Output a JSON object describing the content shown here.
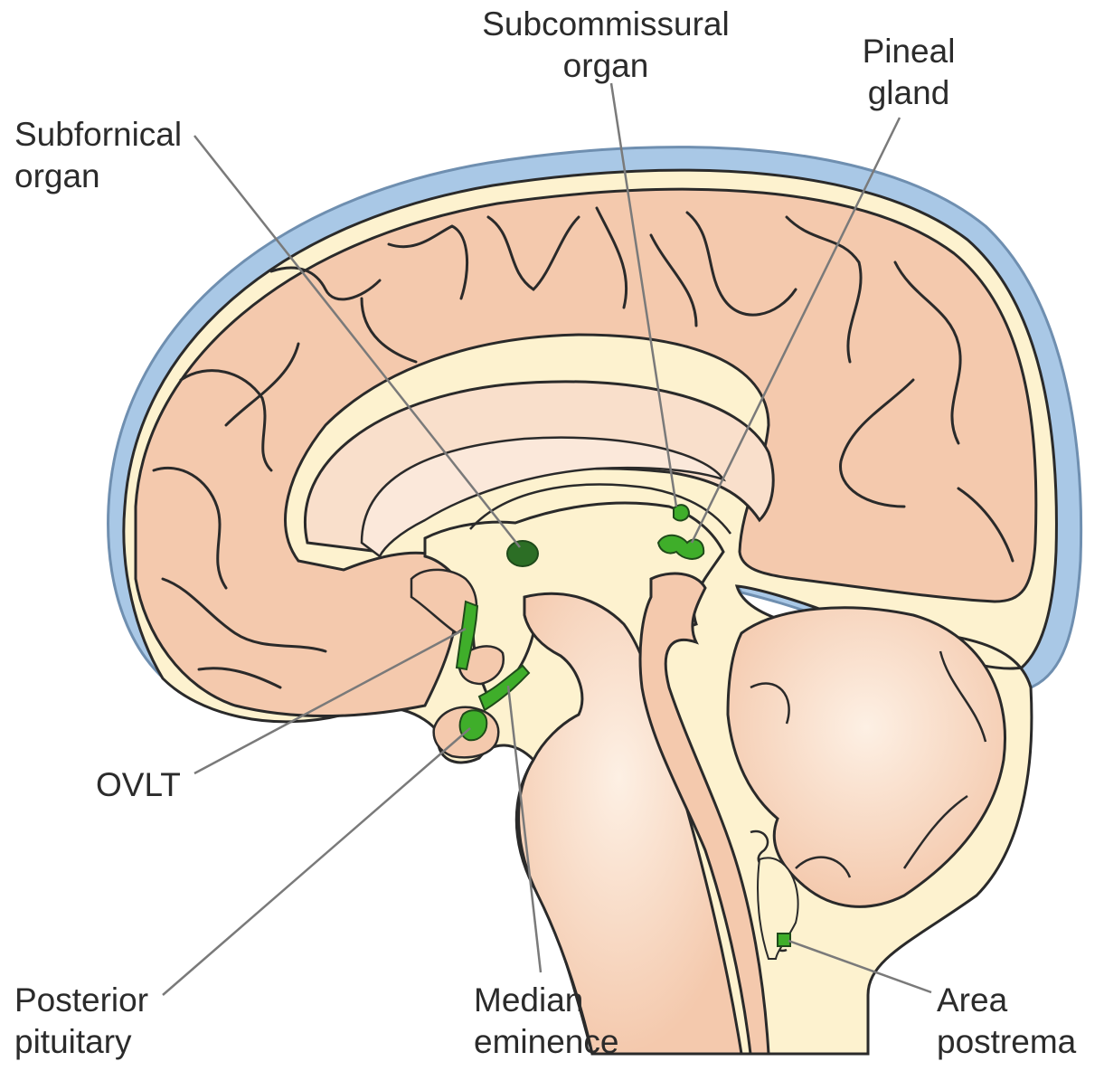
{
  "labels": {
    "subcommissural_organ": "Subcommissural\norgan",
    "pineal_gland": "Pineal\ngland",
    "subfornical_organ": "Subfornical\norgan",
    "ovlt": "OVLT",
    "posterior_pituitary": "Posterior\npituitary",
    "median_eminence": "Median\neminence",
    "area_postrema": "Area\npostrema"
  },
  "colors": {
    "meninges": "#a9c8e6",
    "meninges_edge": "#6f8fb0",
    "csf": "#fdf2cf",
    "brain_tissue": "#f4c9ad",
    "inner_tissue": "#f9dfcb",
    "highlight": "#fbe8da",
    "organ_green": "#3fae2a",
    "organ_dark": "#2c6e25",
    "outline": "#2a2a2a",
    "leader": "#7a7a7a"
  }
}
